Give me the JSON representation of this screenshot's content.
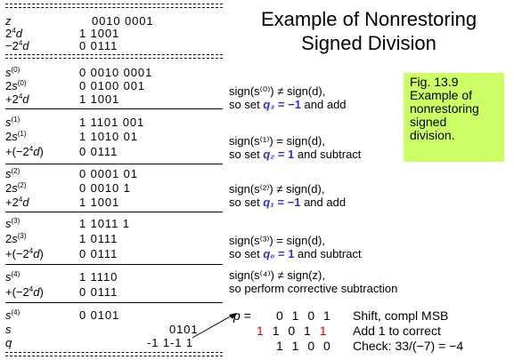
{
  "title": {
    "line1": "Example of Nonrestoring",
    "line2": "Signed Division"
  },
  "figure_caption": "Fig. 13.9\nExample of\nnonrestoring\nsigned\ndivision.",
  "setup_rows": [
    {
      "label": "z",
      "value": "0010 0001"
    },
    {
      "label": "2⁴d",
      "value": "1 1001"
    },
    {
      "label": "−2⁴d",
      "value": "0 0111"
    }
  ],
  "steps": [
    {
      "rows": [
        {
          "label": "s⁽⁰⁾",
          "value": "0 0010 0001"
        },
        {
          "label": "2s⁽⁰⁾",
          "value": "0 0100 001"
        },
        {
          "label": "+2⁴d",
          "value": "1 1001"
        }
      ],
      "note": "sign(s⁽⁰⁾) ≠ sign(d),",
      "note2_pre": "so set ",
      "q": "q₃",
      "q_eq": " = −1",
      "note2_post": " and add"
    },
    {
      "rows": [
        {
          "label": "s⁽¹⁾",
          "value": "1 1101 001"
        },
        {
          "label": "2s⁽¹⁾",
          "value": "1 1010 01"
        },
        {
          "label": "+(−2⁴d)",
          "value": "0 0111"
        }
      ],
      "note": "sign(s⁽¹⁾) = sign(d),",
      "note2_pre": "so set ",
      "q": "q₂",
      "q_eq": " = 1",
      "note2_post": " and subtract"
    },
    {
      "rows": [
        {
          "label": "s⁽²⁾",
          "value": "0 0001 01"
        },
        {
          "label": "2s⁽²⁾",
          "value": "0 0010 1"
        },
        {
          "label": "+2⁴d",
          "value": "1 1001"
        }
      ],
      "note": "sign(s⁽²⁾) ≠ sign(d),",
      "note2_pre": "so set ",
      "q": "q₁",
      "q_eq": " = −1",
      "note2_post": " and add"
    },
    {
      "rows": [
        {
          "label": "s⁽³⁾",
          "value": "1 1011 1"
        },
        {
          "label": "2s⁽³⁾",
          "value": "1 0111"
        },
        {
          "label": "+(−2⁴d)",
          "value": "0 0111"
        }
      ],
      "note": "sign(s⁽³⁾) = sign(d),",
      "note2_pre": "so set ",
      "q": "q₀",
      "q_eq": " = 1",
      "note2_post": " and subtract"
    },
    {
      "rows": [
        {
          "label": "s⁽⁴⁾",
          "value": "1 1110"
        },
        {
          "label": "+(−2⁴d)",
          "value": "0 0111"
        }
      ],
      "note": "sign(s⁽⁴⁾) ≠ sign(z),",
      "note2": "so perform corrective subtraction"
    }
  ],
  "final_rows": [
    {
      "label": "s⁽⁴⁾",
      "value": "0 0101"
    },
    {
      "label": "s",
      "value": "0101"
    },
    {
      "label": "q",
      "value": "-1 1-1 1"
    }
  ],
  "result": {
    "p_label": "p =",
    "row1_bits": "0 1 0 1",
    "row1_text": "Shift, compl MSB",
    "row2_bits": [
      "1",
      "1 0 1",
      "1"
    ],
    "row2_text": "Add 1 to correct",
    "row3_bits": "1 1 0 0",
    "row3_text": "Check: 33/(−7) = −4"
  },
  "colors": {
    "quotient_digit": "#3333cc",
    "caption_bg": "#ccff66",
    "correction_bit": "#dd0000"
  }
}
